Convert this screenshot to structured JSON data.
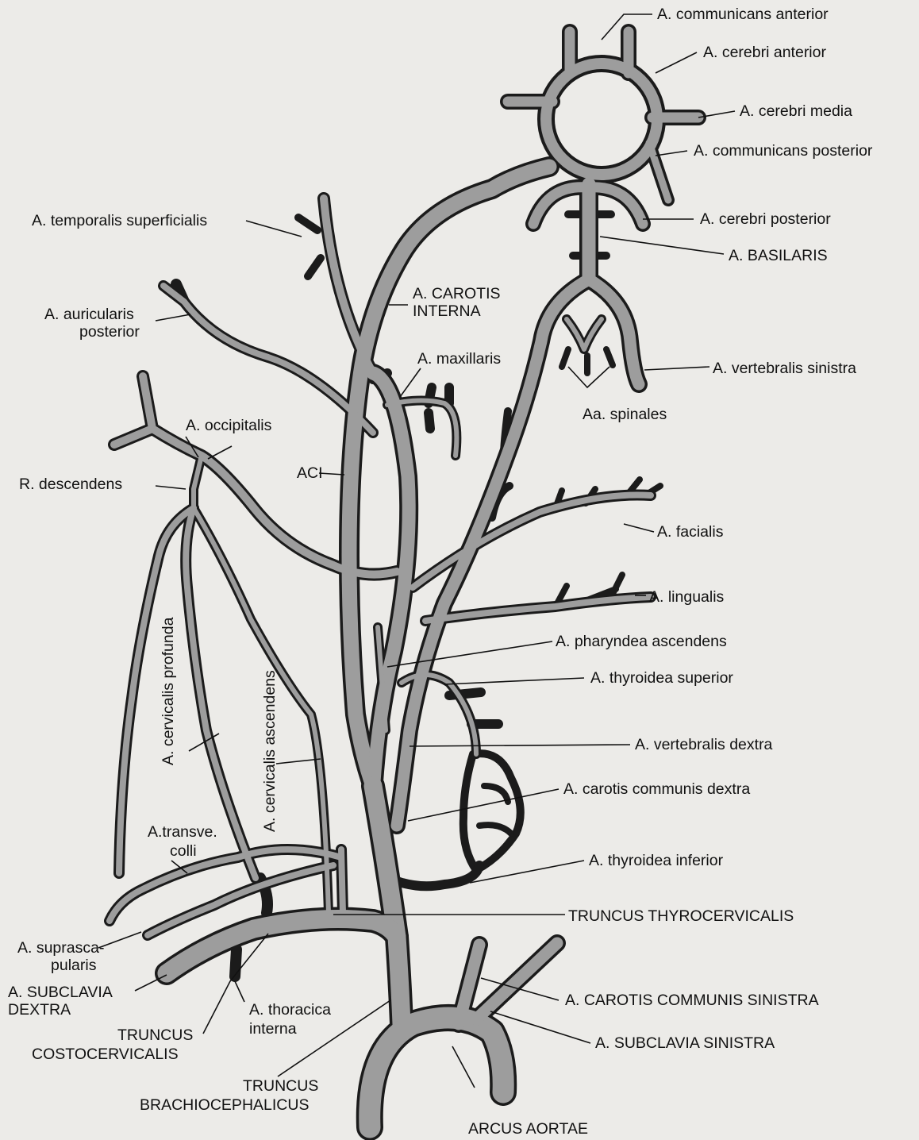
{
  "labels": {
    "communicans_anterior": "A. communicans anterior",
    "cerebri_anterior": "A. cerebri anterior",
    "cerebri_media": "A. cerebri media",
    "communicans_posterior": "A. communicans posterior",
    "temporalis_superficialis": "A. temporalis superficialis",
    "cerebri_posterior": "A. cerebri posterior",
    "basilaris": "A. BASILARIS",
    "carotis_interna_1": "A. CAROTIS",
    "carotis_interna_2": "INTERNA",
    "auricularis_posterior_1": "A. auricularis",
    "auricularis_posterior_2": "posterior",
    "maxillaris": "A. maxillaris",
    "vertebralis_sinistra": "A. vertebralis sinistra",
    "occipitalis": "A. occipitalis",
    "spinales": "Aa. spinales",
    "aci": "ACI",
    "r_descendens": "R. descendens",
    "facialis": "A. facialis",
    "lingualis": "A. lingualis",
    "pharyndea_ascendens": "A. pharyndea ascendens",
    "thyroidea_superior": "A. thyroidea superior",
    "cervicalis_profunda": "A. cervicalis profunda",
    "cervicalis_ascendens": "A. cervicalis ascendens",
    "vertebralis_dextra": "A. vertebralis dextra",
    "carotis_communis_dextra": "A. carotis communis dextra",
    "transversa_colli_1": "A.transve.",
    "transversa_colli_2": "colli",
    "thyroidea_inferior": "A. thyroidea inferior",
    "truncus_thyrocervicalis": "TRUNCUS THYROCERVICALIS",
    "suprascapularis_1": "A. suprasca-",
    "suprascapularis_2": "pularis",
    "subclavia_dextra_1": "A. SUBCLAVIA",
    "subclavia_dextra_2": "DEXTRA",
    "carotis_communis_sinistra": "A. CAROTIS COMMUNIS SINISTRA",
    "thoracica_interna_1": "A. thoracica",
    "thoracica_interna_2": "interna",
    "truncus_costocervicalis_1": "TRUNCUS",
    "truncus_costocervicalis_2": "COSTOCERVICALIS",
    "subclavia_sinistra": "A. SUBCLAVIA SINISTRA",
    "truncus_brachiocephalicus_1": "TRUNCUS",
    "truncus_brachiocephalicus_2": "BRACHIOCEPHALICUS",
    "arcus_aortae": "ARCUS AORTAE"
  },
  "colors": {
    "background": "#ecebe8",
    "vessel_outline": "#1b1b1b",
    "vessel_fill": "#9d9d9d",
    "text": "#111111"
  }
}
